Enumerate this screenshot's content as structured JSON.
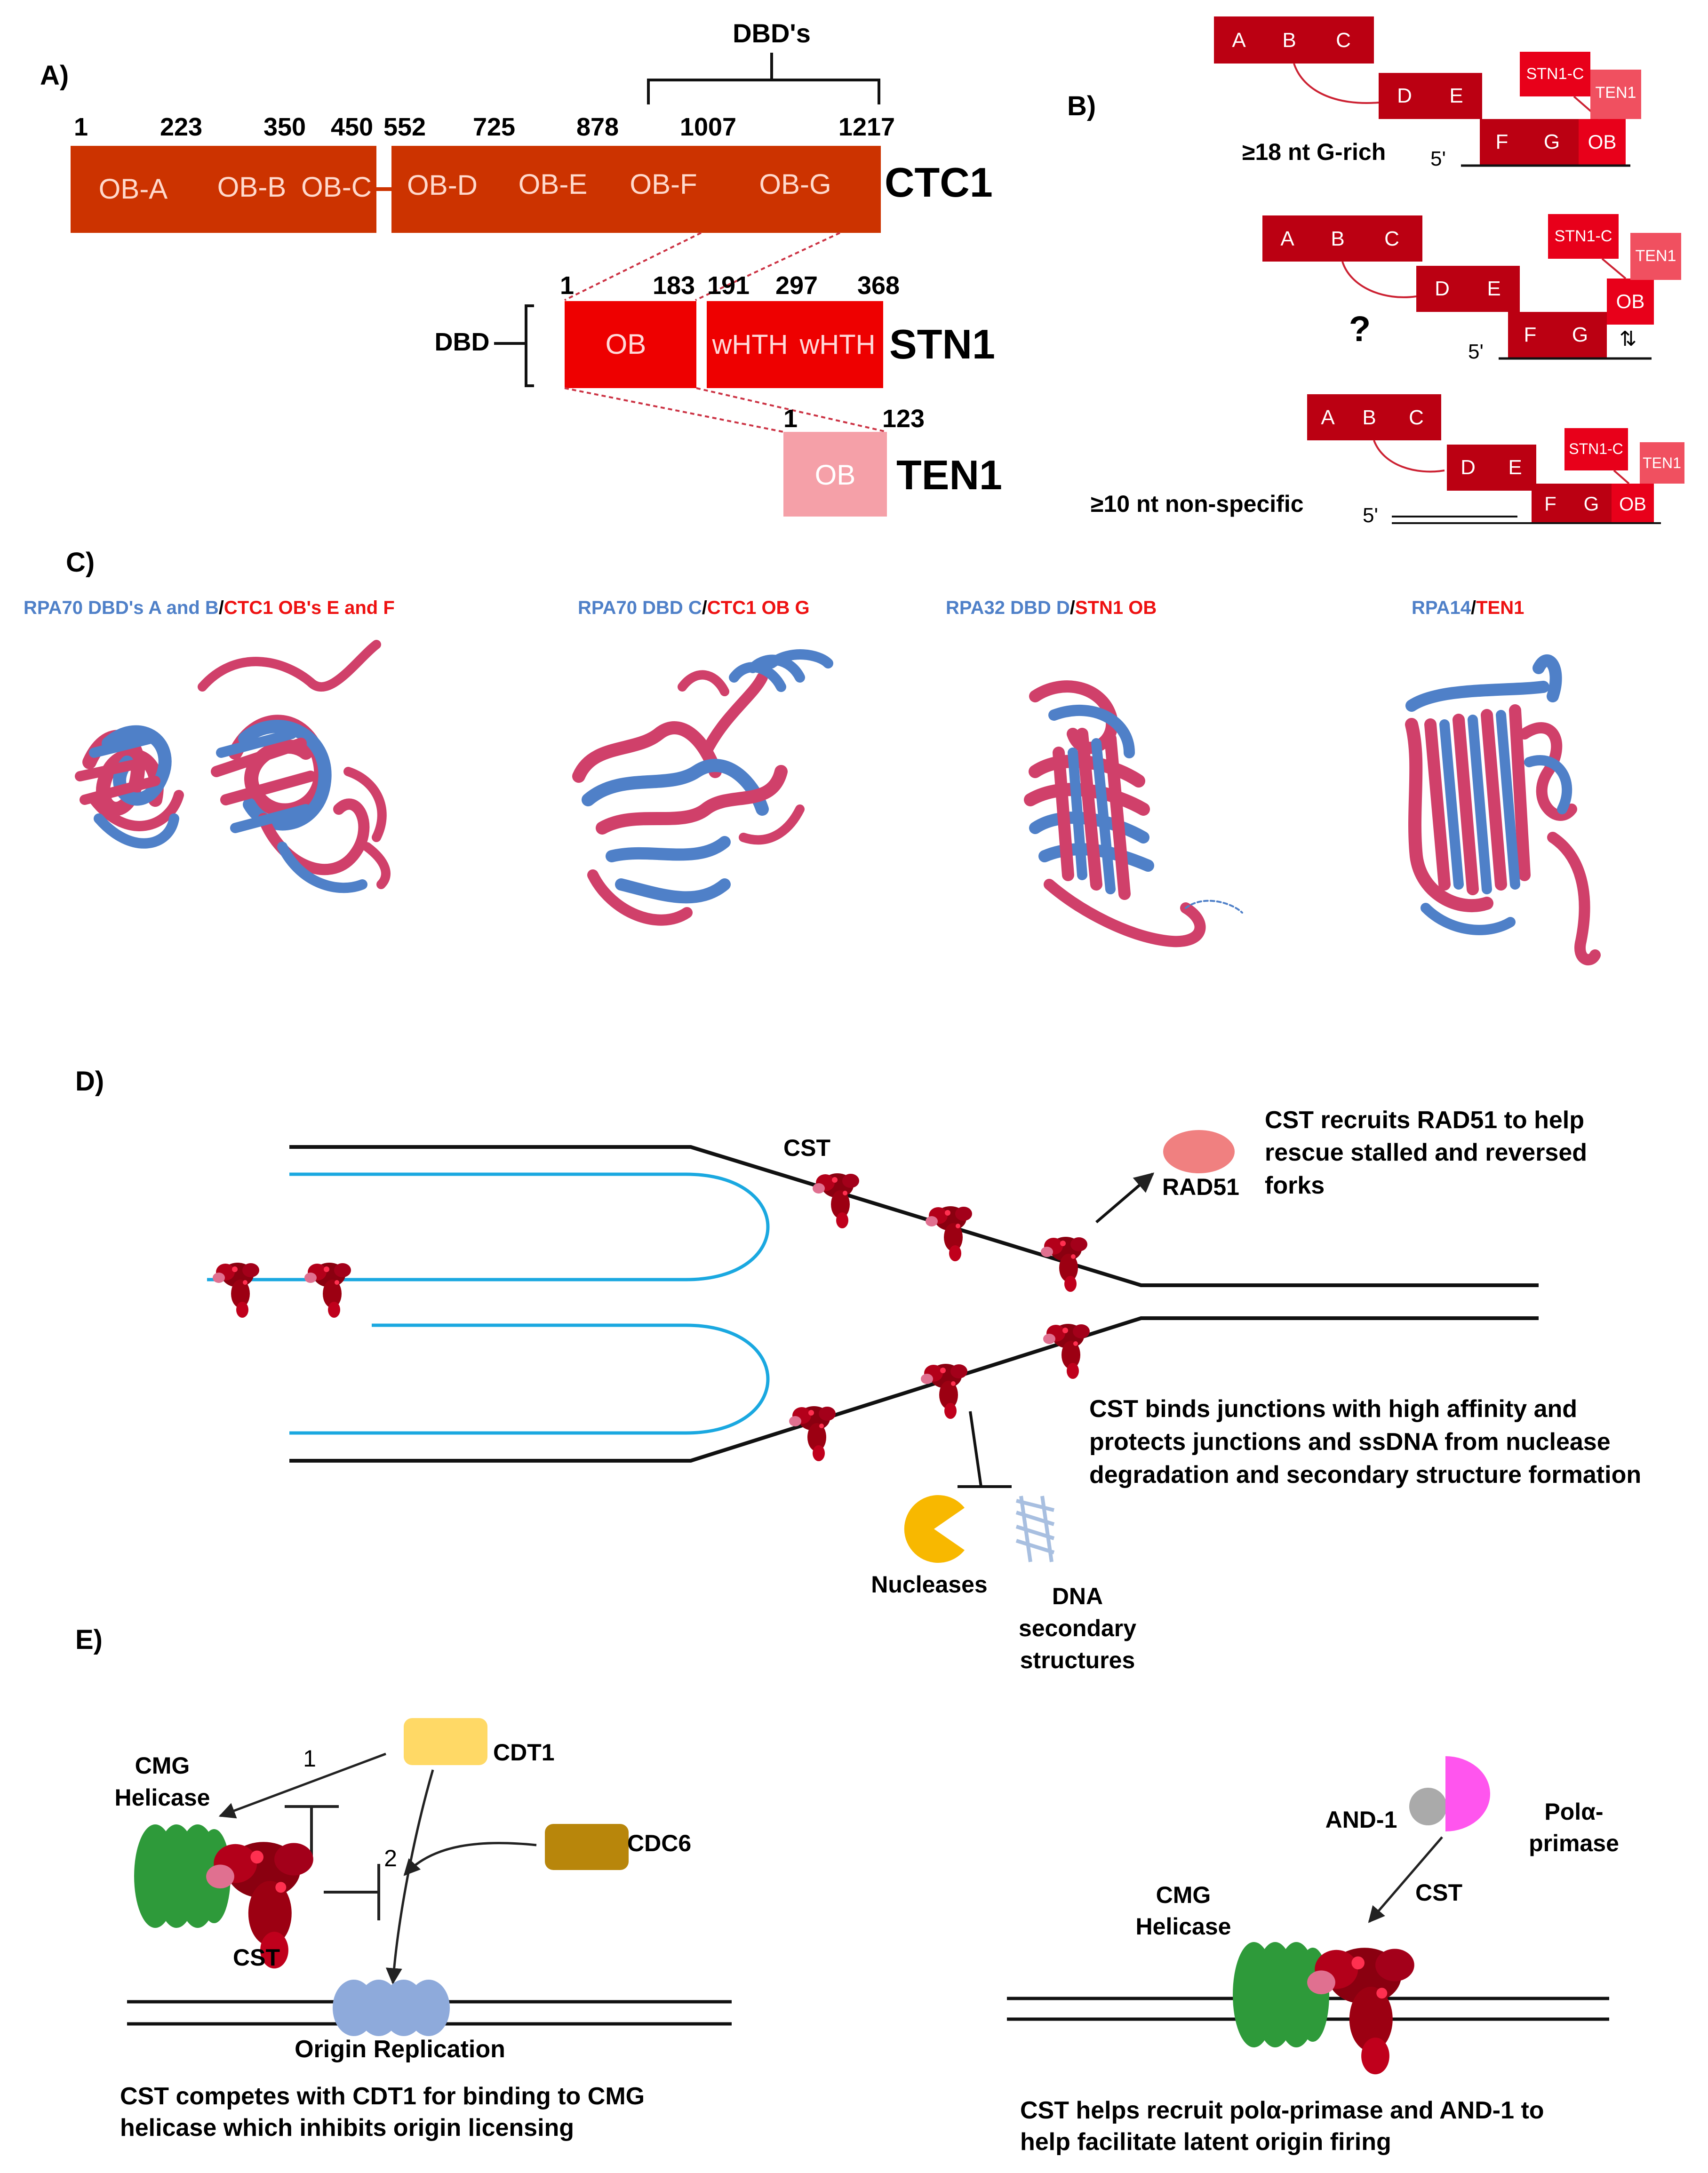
{
  "colors": {
    "ctc1": "#cc3300",
    "stn1": "#ee0000",
    "ten1": "#f5a0a8",
    "blockB": "#bb0012",
    "stnB": "#e8001a",
    "tenB": "#f05060",
    "rpa_blue": "#4f80c8",
    "ctc_pink": "#d0406a",
    "fork_blue": "#1aa8e0",
    "cst": "#9c0010",
    "rad51": "#f08080",
    "nuclease": "#f8b800",
    "cdt1": "#ffd966",
    "cdc6": "#b8860b",
    "cmg": "#2e9a3a",
    "origin": "#8eaadb",
    "and1": "#aaaaaa",
    "pola": "#ff55ee"
  },
  "panelA": {
    "label": "A)",
    "dbds_label": "DBD's",
    "dbd_label": "DBD",
    "ctc1_name": "CTC1",
    "stn1_name": "STN1",
    "ten1_name": "TEN1",
    "ctc1_positions": [
      "1",
      "223",
      "350",
      "450",
      "552",
      "725",
      "878",
      "1007",
      "1217"
    ],
    "ctc1_domains": [
      "OB-A",
      "OB-B",
      "OB-C",
      "OB-D",
      "OB-E",
      "OB-F",
      "OB-G"
    ],
    "stn1_positions": [
      "1",
      "183",
      "191",
      "297",
      "368"
    ],
    "stn1_domains": [
      "OB",
      "wHTH",
      "wHTH"
    ],
    "ten1_positions": [
      "1",
      "123"
    ],
    "ten1_domain": "OB"
  },
  "panelB": {
    "label": "B)",
    "abc": [
      "A",
      "B",
      "C"
    ],
    "de": [
      "D",
      "E"
    ],
    "fg": [
      "F",
      "G"
    ],
    "stn1c": "STN1-C",
    "ten1": "TEN1",
    "ob": "OB",
    "five_prime": "5'",
    "unknown_symbol": "⇅",
    "rows": [
      {
        "caption": "≥18 nt G-rich"
      },
      {
        "caption": "?"
      },
      {
        "caption": "≥10 nt non-specific"
      }
    ]
  },
  "panelC": {
    "label": "C)",
    "captions": [
      {
        "blue": "RPA70 DBD's A and B",
        "red": "CTC1 OB's E and F"
      },
      {
        "blue": "RPA70 DBD C",
        "red": "CTC1 OB G"
      },
      {
        "blue": "RPA32 DBD D",
        "red": "STN1 OB"
      },
      {
        "blue": "RPA14",
        "red": "TEN1"
      }
    ]
  },
  "panelD": {
    "label": "D)",
    "cst_label": "CST",
    "rad51_label": "RAD51",
    "rad51_text": [
      "CST recruits RAD51 to help",
      "rescue stalled and reversed",
      "forks"
    ],
    "junction_text": [
      "CST binds junctions with high affinity and",
      "protects junctions and ssDNA from nuclease",
      "degradation and secondary structure formation"
    ],
    "nucleases_label": "Nucleases",
    "dna_secondary": [
      "DNA",
      "secondary",
      "structures"
    ]
  },
  "panelE": {
    "label": "E)",
    "left": {
      "cmg": [
        "CMG",
        "Helicase"
      ],
      "cdt1": "CDT1",
      "cdc6": "CDC6",
      "cst": "CST",
      "num1": "1",
      "num2": "2",
      "origin": "Origin Replication",
      "caption": [
        "CST competes with CDT1 for binding to CMG",
        "helicase which inhibits origin licensing"
      ]
    },
    "right": {
      "and1": "AND-1",
      "pola": [
        "Polα-",
        "primase"
      ],
      "cst": "CST",
      "cmg": [
        "CMG",
        "Helicase"
      ],
      "caption": [
        "CST helps recruit polα-primase and AND-1 to",
        "help facilitate latent origin firing"
      ]
    }
  }
}
